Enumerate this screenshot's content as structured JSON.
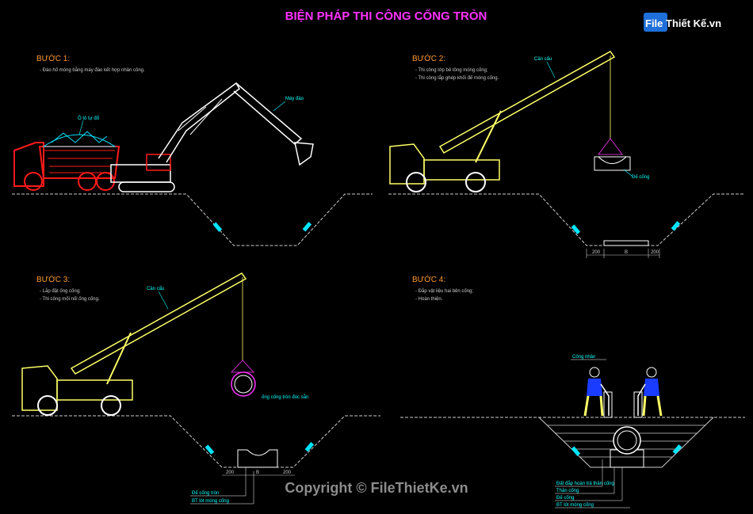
{
  "title": "BIỆN PHÁP THI CÔNG CỐNG TRÒN",
  "logo": {
    "text": "File Thiết Kế.vn"
  },
  "copyright": "Copyright © FileThietKe.vn",
  "colors": {
    "title": "#ff33ff",
    "heading": "#ff9933",
    "note": "#cccccc",
    "label": "#00ffff",
    "crane": "#ffff66",
    "truck_red": "#ff1a1a",
    "excavator": "#ffffff",
    "ground": "#cccccc",
    "hatch": "#00e5ff",
    "pipe": "#ff33ff",
    "worker": "#1a3cff"
  },
  "steps": [
    {
      "heading": "BƯỚC 1:",
      "notes": [
        "- Đào hố móng bằng máy đào kết hợp nhân công."
      ],
      "labels": {
        "soil": "Ô tô tự đổ",
        "excavator": "Máy đào"
      }
    },
    {
      "heading": "BƯỚC 2:",
      "notes": [
        "- Thi công lớp bê tông móng cống;",
        "- Thi công lắp ghép khối đế móng cống."
      ],
      "labels": {
        "crane": "Cần cẩu",
        "base": "Đế cống"
      },
      "dims": [
        "200",
        "B",
        "200"
      ]
    },
    {
      "heading": "BƯỚC 3:",
      "notes": [
        "- Lắp đặt ống cống;",
        "- Thi công mối nối ống cống."
      ],
      "labels": {
        "crane": "Cần cẩu",
        "pipe": "ống cống tròn đúc sẵn",
        "base": "Đế cống tròn",
        "concrete": "BT lót móng cống"
      },
      "dims": [
        "200",
        "B",
        "200"
      ]
    },
    {
      "heading": "BƯỚC 4:",
      "notes": [
        "- Đắp vật liệu hai bên cống;",
        "- Hoàn thiện."
      ],
      "labels": {
        "worker": "Công nhân",
        "backfill": "Đất đắp hoàn trả thân cống",
        "body": "Thân cống",
        "base": "Đế cống",
        "concrete": "BT lót móng cống"
      }
    }
  ]
}
